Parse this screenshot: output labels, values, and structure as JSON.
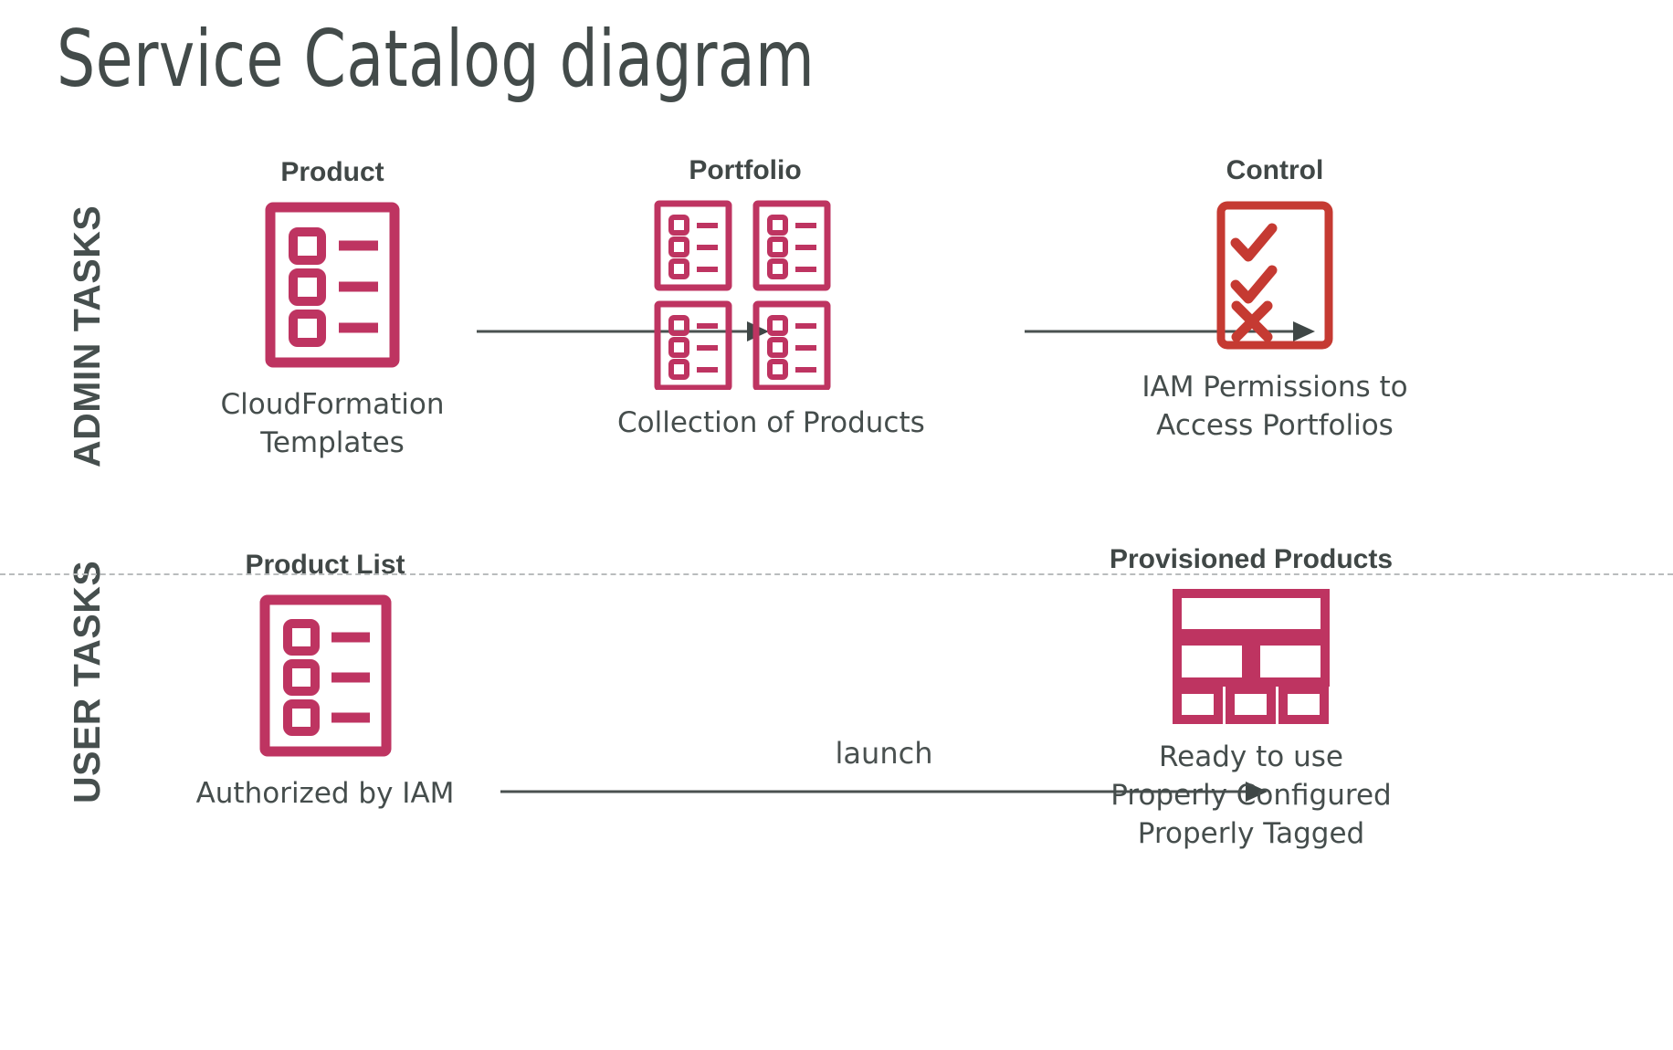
{
  "page": {
    "title": "Service Catalog diagram",
    "background_color": "#ffffff"
  },
  "colors": {
    "accent_crimson": "#BE3461",
    "control_red": "#C53A32",
    "text_dark": "#434b4a",
    "arrow_gray": "#4a5150",
    "divider_gray": "#b9bcbd"
  },
  "lanes": [
    {
      "id": "admin",
      "label": "ADMIN TASKS"
    },
    {
      "id": "user",
      "label": "USER TASKS"
    }
  ],
  "divider": {
    "style": "dashed"
  },
  "nodes": {
    "product": {
      "title": "Product",
      "caption": "CloudFormation\nTemplates",
      "caption_line1": "CloudFormation",
      "caption_line2": "Templates",
      "icon": "document-checklist-icon"
    },
    "portfolio": {
      "title": "Portfolio",
      "caption": "Collection of Products",
      "icon": "four-documents-grid-icon",
      "item_count": 4
    },
    "control": {
      "title": "Control",
      "caption_line1": "IAM Permissions to",
      "caption_line2": "Access Portfolios",
      "icon": "checklist-approval-icon",
      "marks": [
        "check",
        "check",
        "cross"
      ]
    },
    "product_list": {
      "title": "Product List",
      "caption": "Authorized by IAM",
      "icon": "document-checklist-icon"
    },
    "provisioned_products": {
      "title": "Provisioned Products",
      "caption_line1": "Ready to use",
      "caption_line2": "Properly Configured",
      "caption_line3": "Properly Tagged",
      "icon": "dashboard-grid-icon"
    }
  },
  "arrows": [
    {
      "id": "product-to-portfolio",
      "label": ""
    },
    {
      "id": "portfolio-to-control",
      "label": ""
    },
    {
      "id": "productlist-to-provisioned",
      "label": "launch"
    }
  ]
}
